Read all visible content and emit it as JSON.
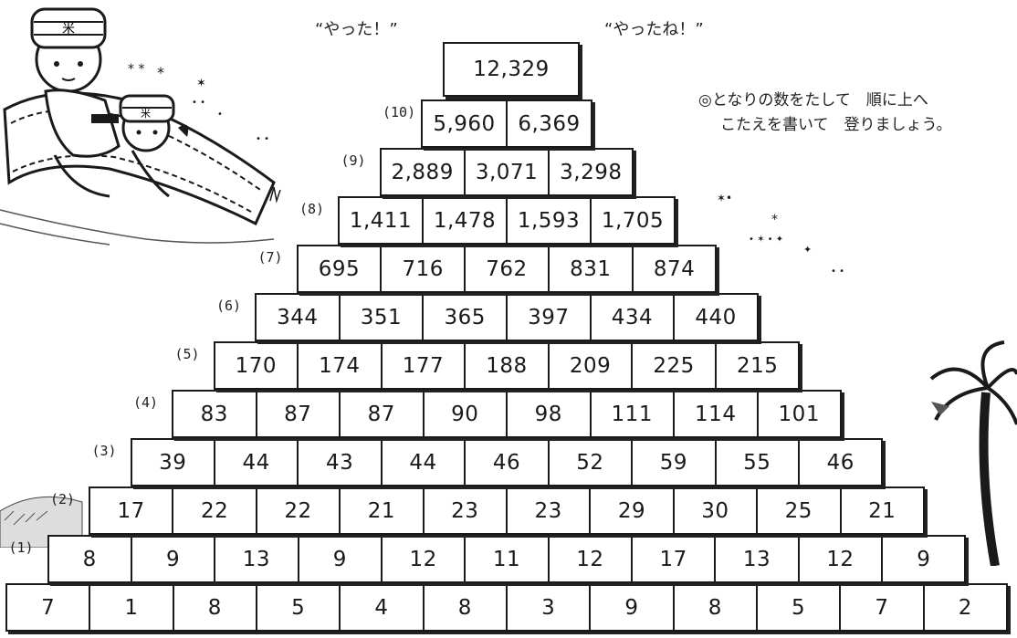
{
  "shouts": {
    "left": "“やった！”",
    "right": "“やったね！”"
  },
  "instructions": {
    "line1": "◎となりの数をたして　順に上へ",
    "line2": "こたえを書いて　登りましょう。"
  },
  "rows": [
    {
      "label": "",
      "values": [
        "7",
        "1",
        "8",
        "5",
        "4",
        "8",
        "3",
        "9",
        "8",
        "5",
        "7",
        "2"
      ]
    },
    {
      "label": "(1)",
      "values": [
        "8",
        "9",
        "13",
        "9",
        "12",
        "11",
        "12",
        "17",
        "13",
        "12",
        "9"
      ]
    },
    {
      "label": "(2)",
      "values": [
        "17",
        "22",
        "22",
        "21",
        "23",
        "23",
        "29",
        "30",
        "25",
        "21"
      ]
    },
    {
      "label": "(3)",
      "values": [
        "39",
        "44",
        "43",
        "44",
        "46",
        "52",
        "59",
        "55",
        "46"
      ]
    },
    {
      "label": "(4)",
      "values": [
        "83",
        "87",
        "87",
        "90",
        "98",
        "111",
        "114",
        "101"
      ]
    },
    {
      "label": "(5)",
      "values": [
        "170",
        "174",
        "177",
        "188",
        "209",
        "225",
        "215"
      ]
    },
    {
      "label": "(6)",
      "values": [
        "344",
        "351",
        "365",
        "397",
        "434",
        "440"
      ]
    },
    {
      "label": "(7)",
      "values": [
        "695",
        "716",
        "762",
        "831",
        "874"
      ]
    },
    {
      "label": "(8)",
      "values": [
        "1,411",
        "1,478",
        "1,593",
        "1,705"
      ]
    },
    {
      "label": "(9)",
      "values": [
        "2,889",
        "3,071",
        "3,298"
      ]
    },
    {
      "label": "(10)",
      "values": [
        "5,960",
        "6,369"
      ]
    },
    {
      "label": "",
      "values": [
        "12,329"
      ]
    }
  ],
  "decorations": [
    "boys-on-flying-carpet",
    "sparkle-stars",
    "palm-tree",
    "sand-dunes"
  ]
}
